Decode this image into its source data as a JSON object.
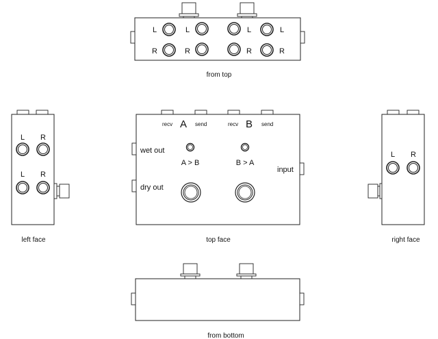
{
  "views": {
    "from_top": "from top",
    "left_face": "left face",
    "top_face": "top face",
    "right_face": "right face",
    "from_bottom": "from bottom"
  },
  "channels": {
    "left": "L",
    "right": "R"
  },
  "top_face": {
    "loop_a": "A",
    "loop_b": "B",
    "recv": "recv",
    "send": "send",
    "wet_out": "wet out",
    "dry_out": "dry out",
    "input": "input",
    "led_a_label": "A > B",
    "led_b_label": "B > A"
  }
}
